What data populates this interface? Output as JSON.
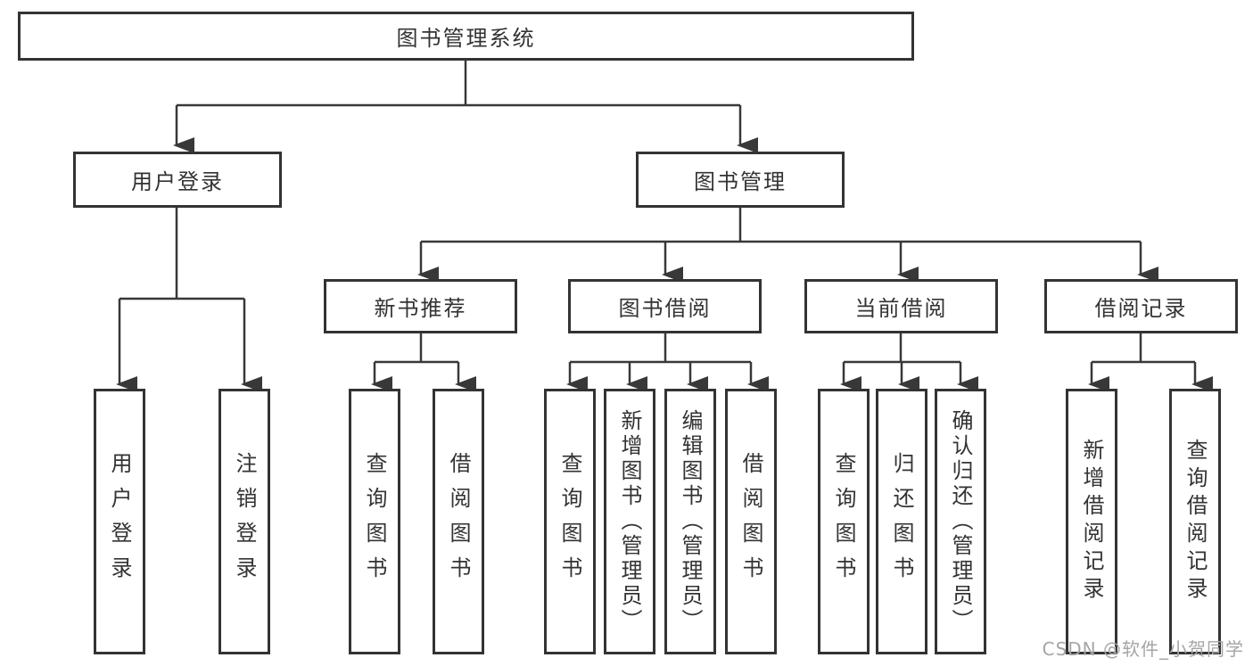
{
  "colors": {
    "background": "#ffffff",
    "line": "#383838",
    "box_border": "#333333",
    "text": "#333333",
    "watermark": "#a5a5a5"
  },
  "diagram": {
    "title": "图书管理系统",
    "level2": [
      {
        "label": "用户登录"
      },
      {
        "label": "图书管理"
      }
    ],
    "level3": [
      {
        "label": "新书推荐"
      },
      {
        "label": "图书借阅"
      },
      {
        "label": "当前借阅"
      },
      {
        "label": "借阅记录"
      }
    ],
    "leaves": {
      "user_login": [
        {
          "label": "用户登录"
        },
        {
          "label": "注销登录"
        }
      ],
      "new_book": [
        {
          "label": "查询图书"
        },
        {
          "label": "借阅图书"
        }
      ],
      "borrow": [
        {
          "label": "查询图书"
        },
        {
          "label": "新增图书（管理员）"
        },
        {
          "label": "编辑图书（管理员）"
        },
        {
          "label": "借阅图书"
        }
      ],
      "current": [
        {
          "label": "查询图书"
        },
        {
          "label": "归还图书"
        },
        {
          "label": "确认归还（管理员）"
        }
      ],
      "records": [
        {
          "label": "新增借阅记录"
        },
        {
          "label": "查询借阅记录"
        }
      ]
    }
  },
  "watermark": {
    "text": "CSDN @软件_小贺同学"
  }
}
